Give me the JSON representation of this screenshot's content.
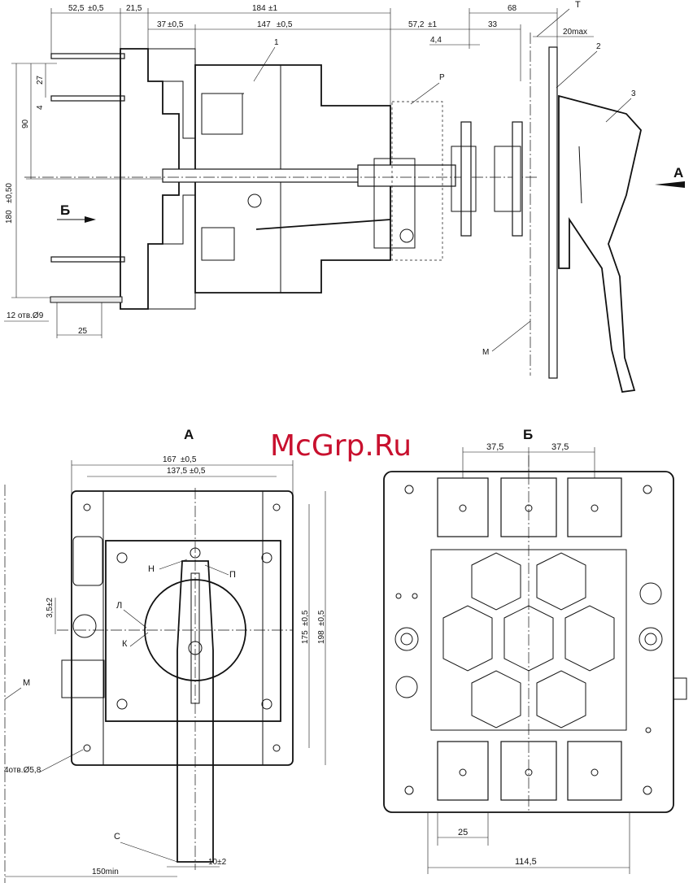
{
  "watermark": "McGrp.Ru",
  "side_view": {
    "dims_top": [
      "52,5",
      "±0,5",
      "21,5",
      "184",
      "±1",
      "68",
      "Т"
    ],
    "dims_second": [
      "37",
      "±0,5",
      "147",
      "±0,5",
      "57,2",
      "±1",
      "33",
      "20max"
    ],
    "dim_small": "4,4",
    "dims_left": [
      "180",
      "±0,50",
      "90",
      "27",
      "4"
    ],
    "holes_note": "12 отв.Ø9",
    "dim_bottom": "25",
    "callouts": [
      "1",
      "2",
      "3",
      "Р",
      "М"
    ],
    "view_arrow_a": "А",
    "view_arrow_b": "Б"
  },
  "view_a": {
    "title": "А",
    "dims_top": [
      "167",
      "±0,5",
      "137,5",
      "±0,5"
    ],
    "dims_right": [
      "175",
      "±0,5",
      "198",
      "±0,5"
    ],
    "dim_left": "3,5±2",
    "labels": [
      "Н",
      "П",
      "Л",
      "К",
      "М",
      "С"
    ],
    "holes_note": "4отв.Ø5,8",
    "dim_bottom_left": "150min",
    "dim_bottom_right": "10±2"
  },
  "view_b": {
    "title": "Б",
    "dims_top": [
      "37,5",
      "37,5"
    ],
    "dim_bottom": "25",
    "dim_overall": "114,5"
  }
}
